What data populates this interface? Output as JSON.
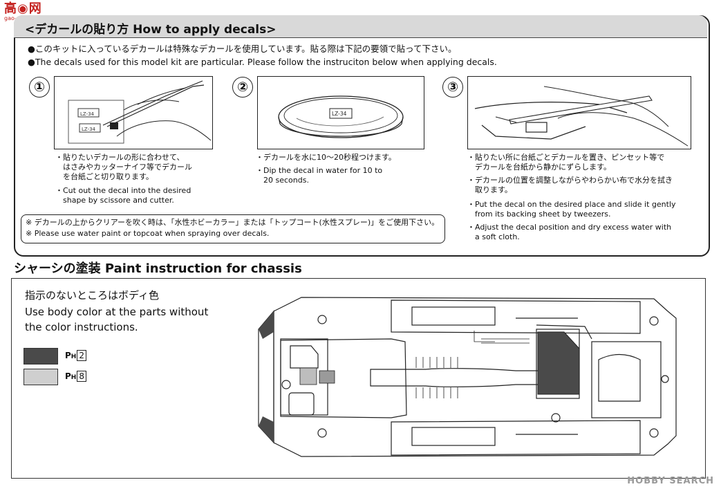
{
  "logo": {
    "main": "高◉网",
    "sub": "gao-shan.com"
  },
  "decal_section": {
    "title": "<デカールの貼り方 How to apply decals>",
    "intro_jp": "●このキットに入っているデカールは特殊なデカールを使用しています。貼る際は下記の要領で貼って下さい。",
    "intro_en": "●The decals used for this model kit are particular. Please follow the instruciton below when applying decals.",
    "steps": [
      {
        "number": "①",
        "label_tag": "LZ-34",
        "jp": "・貼りたいデカールの形に合わせて、\n　はさみやカッターナイフ等でデカール\n　を台紙ごと切り取ります。",
        "en": "・Cut out the decal into the desired\n　shape by scissore and cutter."
      },
      {
        "number": "②",
        "label_tag": "LZ-34",
        "jp": "・デカールを水に10～20秒程つけます。",
        "en": "・Dip the decal in water for 10 to\n　20 seconds."
      },
      {
        "number": "③",
        "jp1": "・貼りたい所に台紙ごとデカールを置き、ピンセット等で\n　デカールを台紙から静かにずらします。",
        "jp2": "・デカールの位置を調整しながらやわらかい布で水分を拭き\n　取ります。",
        "en1": "・Put the decal on the desired place and slide it gently\n　from its backing sheet by tweezers.",
        "en2": "・Adjust the decal position and dry excess water with\n　a soft cloth."
      }
    ],
    "footnote_jp": "※ デカールの上からクリアーを吹く時は、「水性ホビーカラー」または「トップコート(水性スプレー)」をご使用下さい。",
    "footnote_en": "※ Please use water paint or topcoat when spraying over decals."
  },
  "chassis_section": {
    "title": "シャーシの塗装 Paint instruction for chassis",
    "note_jp": "指示のないところはボディ色",
    "note_en_1": "Use body color at the parts without",
    "note_en_2": "the color instructions.",
    "colors": [
      {
        "swatch": "#4a4a4a",
        "prefix": "H",
        "code": "2"
      },
      {
        "swatch": "#cfcfcf",
        "prefix": "H",
        "code": "8"
      }
    ]
  },
  "watermark": "HOBBY SEARCH"
}
